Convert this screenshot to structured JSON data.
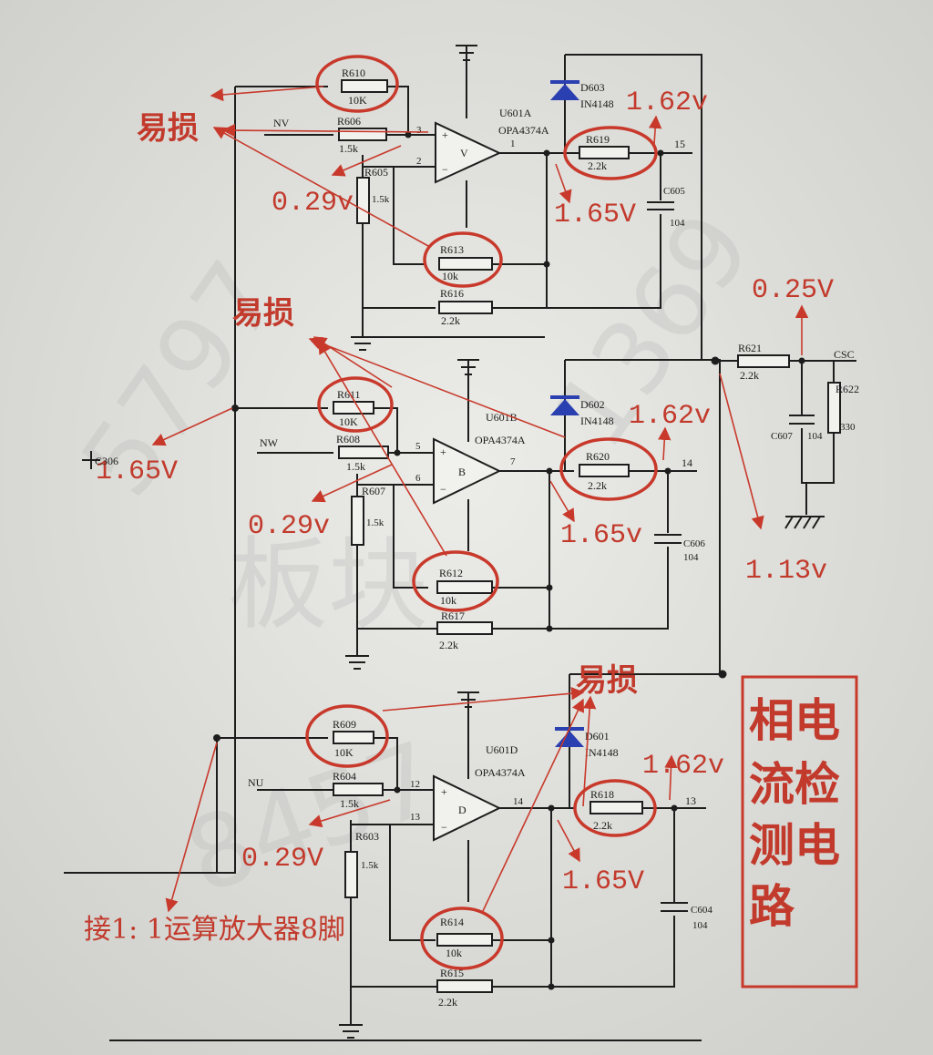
{
  "title": {
    "line1": "相电",
    "line2": "流检",
    "line3": "测电",
    "line4": "路"
  },
  "watermark": [
    "5797",
    "板块",
    "1369",
    "8457"
  ],
  "stages": [
    {
      "amp": {
        "ref": "U601A",
        "part": "OPA4374A",
        "letter": "V",
        "pin_pos": "3",
        "pin_neg": "2",
        "pin_out": "1",
        "out_node": "15",
        "input_net": "NV"
      },
      "r_fb_top": {
        "ref": "R610",
        "val": "10K"
      },
      "r_in": {
        "ref": "R606",
        "val": "1.5k"
      },
      "r_bias": {
        "ref": "R605",
        "val": "1.5k"
      },
      "r_fb": {
        "ref": "R613",
        "val": "10k"
      },
      "r_bot": {
        "ref": "R616",
        "val": "2.2k"
      },
      "r_out": {
        "ref": "R619",
        "val": "2.2k"
      },
      "diode": {
        "ref": "D603",
        "part": "IN4148"
      },
      "cap": {
        "ref": "C605",
        "val": "104"
      },
      "v_diode": "1.62v",
      "v_out": "1.65V",
      "v_in": "0.29v"
    },
    {
      "amp": {
        "ref": "U601B",
        "part": "OPA4374A",
        "letter": "B",
        "pin_pos": "5",
        "pin_neg": "6",
        "pin_out": "7",
        "out_node": "14",
        "input_net": "NW"
      },
      "r_fb_top": {
        "ref": "R611",
        "val": "10K"
      },
      "r_in": {
        "ref": "R608",
        "val": "1.5k"
      },
      "r_bias": {
        "ref": "R607",
        "val": "1.5k"
      },
      "r_fb": {
        "ref": "R612",
        "val": "10k"
      },
      "r_bot": {
        "ref": "R617",
        "val": "2.2k"
      },
      "r_out": {
        "ref": "R620",
        "val": "2.2k"
      },
      "diode": {
        "ref": "D602",
        "part": "IN4148"
      },
      "cap": {
        "ref": "C606",
        "val": "104"
      },
      "v_diode": "1.62v",
      "v_out": "1.65v",
      "v_in": "0.29v"
    },
    {
      "amp": {
        "ref": "U601D",
        "part": "OPA4374A",
        "letter": "D",
        "pin_pos": "12",
        "pin_neg": "13",
        "pin_out": "14",
        "out_node": "13",
        "input_net": "NU"
      },
      "r_fb_top": {
        "ref": "R609",
        "val": "10K"
      },
      "r_in": {
        "ref": "R604",
        "val": "1.5k"
      },
      "r_bias": {
        "ref": "R603",
        "val": "1.5k"
      },
      "r_fb": {
        "ref": "R614",
        "val": "10k"
      },
      "r_bot": {
        "ref": "R615",
        "val": "2.2k"
      },
      "r_out": {
        "ref": "R618",
        "val": "2.2k"
      },
      "diode": {
        "ref": "D601",
        "part": "IN4148"
      },
      "cap": {
        "ref": "C604",
        "val": "104"
      },
      "v_diode": "1.62v",
      "v_out": "1.65V",
      "v_in": "0.29V"
    }
  ],
  "csc": {
    "r621": {
      "ref": "R621",
      "val": "2.2k"
    },
    "r622": {
      "ref": "R622",
      "val": "330"
    },
    "c607": {
      "ref": "C607",
      "val": "104"
    },
    "net": "CSC",
    "v_top": "0.25V",
    "v_node": "1.13v"
  },
  "notes": {
    "fragile": "易损",
    "left_v": "1.65V",
    "left_ref": "C306",
    "connect": "接1: 1运算放大器8脚"
  },
  "colors": {
    "annotation": "#c8392b",
    "diode": "#2a3fb0",
    "paper": "#e6e6e2"
  }
}
